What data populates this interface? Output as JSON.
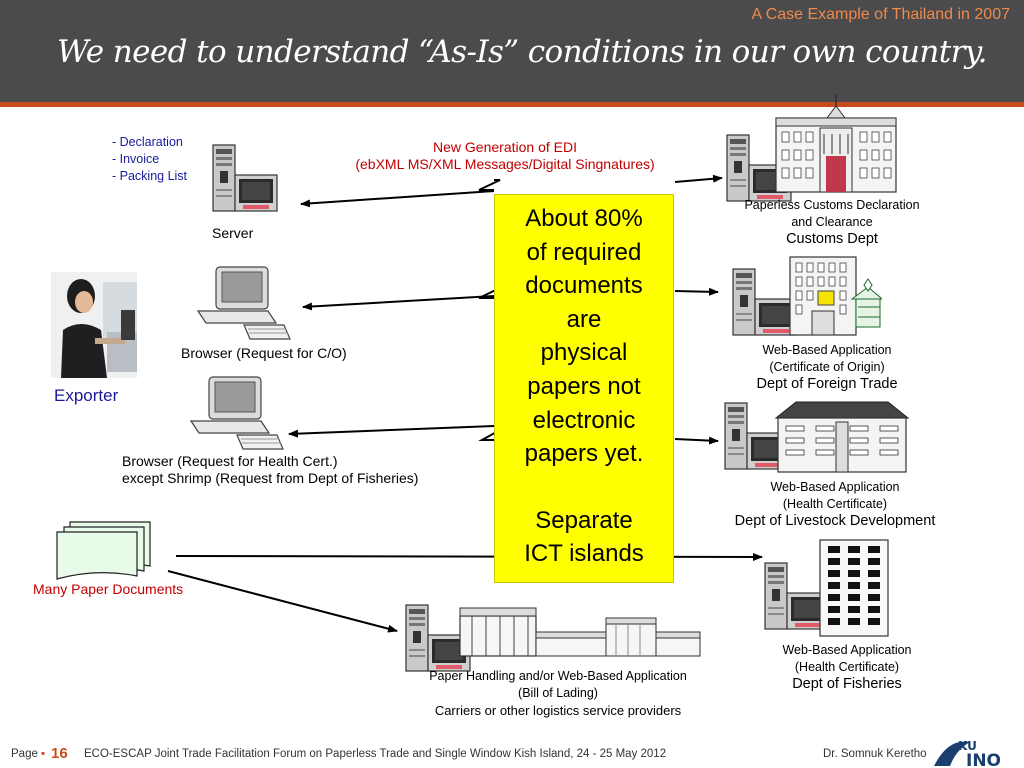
{
  "header": {
    "subtitle": "A Case Example of Thailand in 2007",
    "title": "We need to understand “As-Is” conditions in our own country."
  },
  "exporter_side": {
    "documents": [
      "- Declaration",
      "- Invoice",
      "- Packing List"
    ],
    "server_label": "Server",
    "browser_co_label": "Browser (Request for C/O)",
    "browser_health_lines": [
      "Browser (Request for Health Cert.)",
      "except Shrimp (Request from Dept of Fisheries)"
    ],
    "exporter_label": "Exporter",
    "paper_docs_label": "Many Paper Documents"
  },
  "edi": {
    "line1": "New Generation of EDI",
    "line2": "(ebXML MS/XML Messages/Digital Singnatures)"
  },
  "callout": {
    "lines": [
      "About 80%",
      "of required",
      "documents",
      "are",
      "physical",
      "papers not",
      "electronic",
      "papers yet.",
      "",
      "Separate",
      "ICT islands"
    ]
  },
  "agencies": {
    "customs": {
      "desc1": "Paperless Customs Declaration",
      "desc2": "and Clearance",
      "name": "Customs Dept"
    },
    "foreign_trade": {
      "desc1": "Web-Based Application",
      "desc2": "(Certificate of Origin)",
      "name": "Dept of Foreign Trade"
    },
    "livestock": {
      "desc1": "Web-Based Application",
      "desc2": "(Health Certificate)",
      "name": "Dept of Livestock Development"
    },
    "fisheries": {
      "desc1": "Web-Based Application",
      "desc2": "(Health Certificate)",
      "name": "Dept of Fisheries"
    },
    "carriers": {
      "desc1": "Paper Handling and/or Web-Based Application",
      "desc2": "(Bill of Lading)",
      "name": "Carriers or other logistics service providers"
    }
  },
  "footer": {
    "page_label": "Page",
    "bullet": "▪",
    "page_number": "16",
    "event": "ECO-ESCAP Joint Trade Facilitation Forum on Paperless Trade and Single Window Kish Island, 24 - 25 May 2012",
    "author": "Dr. Somnuk Keretho",
    "logo_text": "KU INO"
  },
  "colors": {
    "header_bg": "#4b4b4d",
    "accent_orange": "#f08a4b",
    "callout_yellow": "#ffff00",
    "red_text": "#c00000",
    "blue_text": "#1a1a9a"
  }
}
